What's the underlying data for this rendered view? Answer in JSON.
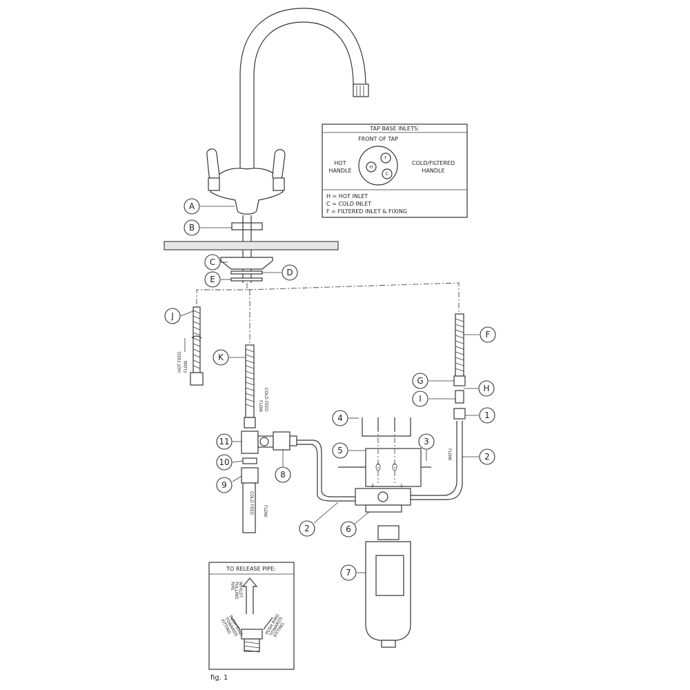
{
  "tap_base_inlets": {
    "title": "TAP BASE INLETS:",
    "front_label": "FRONT OF TAP",
    "left_label_1": "HOT",
    "left_label_2": "HANDLE",
    "right_label_1": "COLD/FILTERED",
    "right_label_2": "HANDLE",
    "inlet_h": "H",
    "inlet_f": "F",
    "inlet_c": "C",
    "legend": [
      "H  =  HOT INLET",
      "C  =  COLD INLET",
      "F  =  FILTERED INLET & FIXING"
    ]
  },
  "callouts": {
    "A": "A",
    "B": "B",
    "C": "C",
    "D": "D",
    "E": "E",
    "F": "F",
    "G": "G",
    "H": "H",
    "I": "I",
    "J": "J",
    "K": "K",
    "n1": "1",
    "n2a": "2",
    "n2b": "2",
    "n3": "3",
    "n4": "4",
    "n5": "5",
    "n6": "6",
    "n7": "7",
    "n8": "8",
    "n9": "9",
    "n10": "10",
    "n11": "11"
  },
  "flow_labels": {
    "hot_feed_1": "HOT FEED",
    "hot_feed_2": "FLOW",
    "cold_feed_1": "COLD FEED",
    "cold_feed_2": "FLOW",
    "cold_feed_bottom_1": "COLD FEED",
    "cold_feed_bottom_2": "FLOW",
    "filter_flow": "FLOW",
    "port_3": "3",
    "port_1": "1"
  },
  "release_pipe": {
    "title": "TO RELEASE PIPE:",
    "top_label_1": "WHILST",
    "top_label_2": "PULLING",
    "top_label_3": "PIPE",
    "left_label_1": "PUSH RING",
    "left_label_2": "TOWARDS",
    "left_label_3": "FITTING",
    "right_label_1": "PUSH RING",
    "right_label_2": "TOWARDS",
    "right_label_3": "FITTING"
  },
  "figure_label": "fig. 1"
}
